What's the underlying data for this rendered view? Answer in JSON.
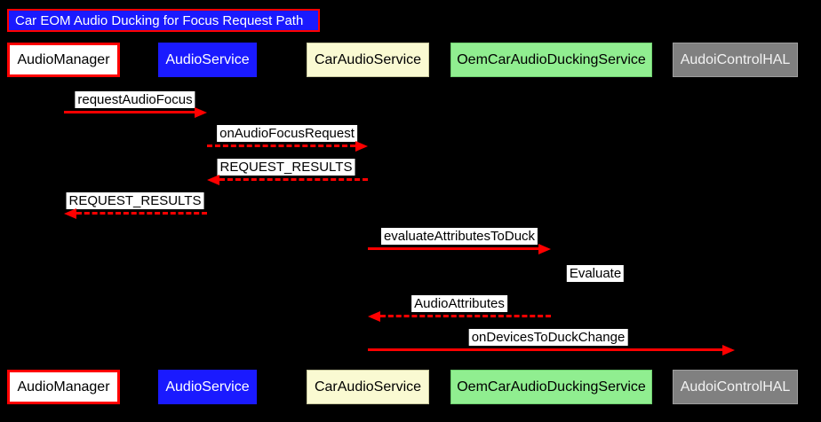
{
  "title": "Car EOM Audio Ducking for Focus Request Path",
  "diagram_type": "sequence",
  "colors": {
    "background": "#000000",
    "arrow": "#ff0000",
    "title_bg": "#1a1aff",
    "title_border": "#ff0000",
    "title_text": "#ffffff",
    "label_bg": "#ffffff",
    "label_text": "#000000"
  },
  "participants": [
    {
      "label": "AudioManager",
      "fill": "#ffffff",
      "border": "#ff0000",
      "text": "#000000"
    },
    {
      "label": "AudioService",
      "fill": "#1a1aff",
      "border": "#1a1aff",
      "text": "#ffffff"
    },
    {
      "label": "CarAudioService",
      "fill": "#fafad2",
      "border": "#c9c99e",
      "text": "#000000"
    },
    {
      "label": "OemCarAudioDuckingService",
      "fill": "#90ee90",
      "border": "#6fcf6f",
      "text": "#000000"
    },
    {
      "label": "AudoiControlHAL",
      "fill": "#808080",
      "border": "#9e9e9e",
      "text": "#f2f2f2"
    }
  ],
  "messages": [
    {
      "label": "requestAudioFocus",
      "from": "AudioManager",
      "to": "AudioService",
      "line": "solid",
      "direction": "right"
    },
    {
      "label": "onAudioFocusRequest",
      "from": "AudioService",
      "to": "CarAudioService",
      "line": "dashed",
      "direction": "right"
    },
    {
      "label": "REQUEST_RESULTS",
      "from": "CarAudioService",
      "to": "AudioService",
      "line": "dashed",
      "direction": "left"
    },
    {
      "label": "REQUEST_RESULTS",
      "from": "AudioService",
      "to": "AudioManager",
      "line": "dashed",
      "direction": "left"
    },
    {
      "label": "evaluateAttributesToDuck",
      "from": "CarAudioService",
      "to": "OemCarAudioDuckingService",
      "line": "solid",
      "direction": "right"
    },
    {
      "label": "Evaluate",
      "from": "OemCarAudioDuckingService",
      "to": "OemCarAudioDuckingService",
      "line": "self",
      "direction": "self"
    },
    {
      "label": "AudioAttributes",
      "from": "OemCarAudioDuckingService",
      "to": "CarAudioService",
      "line": "dashed",
      "direction": "left"
    },
    {
      "label": "onDevicesToDuckChange",
      "from": "CarAudioService",
      "to": "AudoiControlHAL",
      "line": "solid",
      "direction": "right"
    }
  ]
}
